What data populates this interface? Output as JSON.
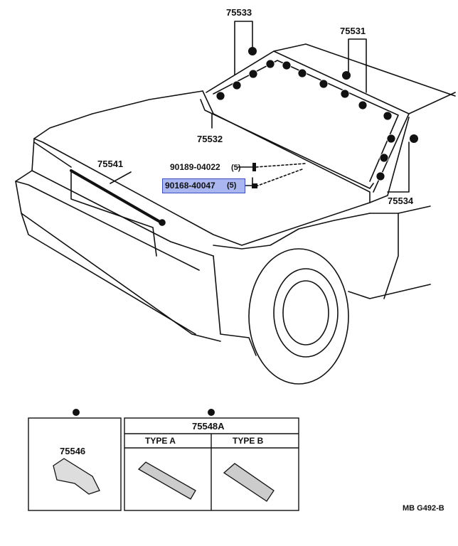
{
  "diagram": {
    "parts": {
      "p75533": "75533",
      "p75531": "75531",
      "p75532": "75532",
      "p75541": "75541",
      "p90189": "90189-04022",
      "p90189_qty": "(5)",
      "p90168": "90168-40047",
      "p90168_qty": "(5)",
      "p75534": "75534",
      "p75546": "75546",
      "p75548A": "75548A"
    },
    "legend": {
      "type_a": "TYPE A",
      "type_b": "TYPE B"
    },
    "drawing_code": "MB G492-B",
    "colors": {
      "line": "#111111",
      "highlight": "#a9b6f0",
      "highlight_border": "#3a4fc4"
    },
    "icons": {
      "clip_round": "filled-circle-icon",
      "clip_triangle": "triangle-in-circle-icon"
    }
  }
}
